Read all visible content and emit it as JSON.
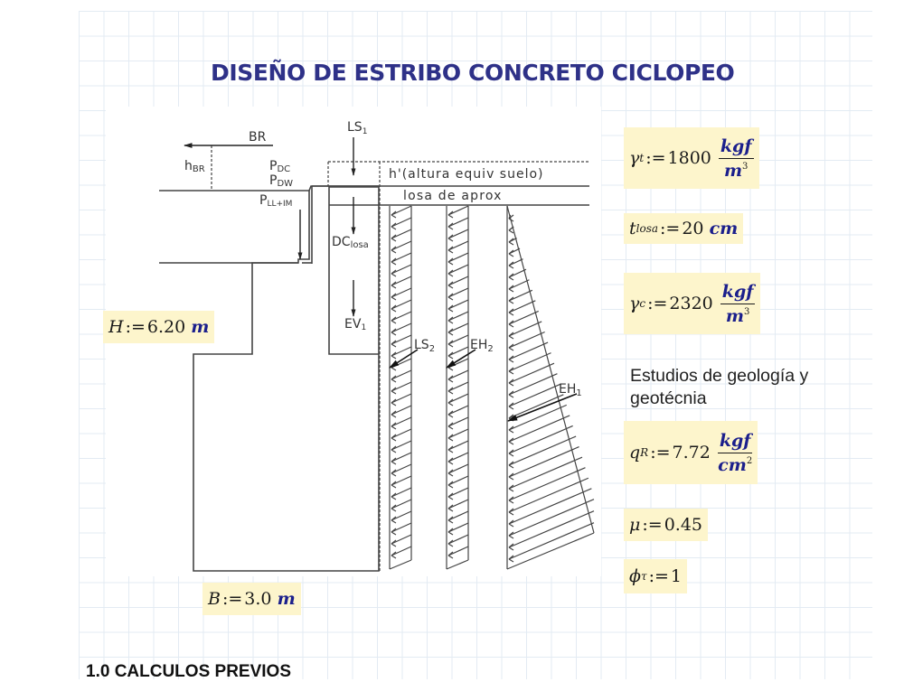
{
  "document": {
    "title": "DISEÑO DE ESTRIBO CONCRETO CICLOPEO",
    "section_heading": "1.0 CALCULOS PREVIOS"
  },
  "diagram": {
    "labels": {
      "br": "BR",
      "h_br": "h",
      "h_br_sub": "BR",
      "p_dc": "P",
      "p_dc_sub": "DC",
      "p_dw": "P",
      "p_dw_sub": "DW",
      "p_llim": "P",
      "p_llim_sub": "LL+IM",
      "ls1": "LS",
      "ls1_sub": "1",
      "dc_losa": "DC",
      "dc_losa_sub": "losa",
      "ev1": "EV",
      "ev1_sub": "1",
      "ls2": "LS",
      "ls2_sub": "2",
      "eh2": "EH",
      "eh2_sub": "2",
      "eh1": "EH",
      "eh1_sub": "1",
      "h_prime": "h'(altura equiv suelo)",
      "losa_aprox": "losa de aprox"
    }
  },
  "parameters": {
    "gamma_t": {
      "symbol": "γ",
      "sub": "t",
      "assign": ":=",
      "value": "1800",
      "unit_num": "kgf",
      "unit_den": "m",
      "unit_exp": "3"
    },
    "t_losa": {
      "symbol": "t",
      "sub": "losa",
      "assign": ":=",
      "value": "20",
      "unit": "cm"
    },
    "gamma_c": {
      "symbol": "γ",
      "sub": "c",
      "assign": ":=",
      "value": "2320",
      "unit_num": "kgf",
      "unit_den": "m",
      "unit_exp": "3"
    },
    "geo_note": "Estudios de geología y geotécnia",
    "q_r": {
      "symbol": "q",
      "sub": "R",
      "assign": ":=",
      "value": "7.72",
      "unit_num": "kgf",
      "unit_den": "cm",
      "unit_exp": "2"
    },
    "mu": {
      "symbol": "μ",
      "assign": ":=",
      "value": "0.45"
    },
    "phi_tau": {
      "symbol": "ϕ",
      "sub": "τ",
      "assign": ":=",
      "value": "1"
    },
    "H": {
      "symbol": "H",
      "assign": ":=",
      "value": "6.20",
      "unit": "m"
    },
    "B": {
      "symbol": "B",
      "assign": ":=",
      "value": "3.0",
      "unit": "m"
    }
  }
}
